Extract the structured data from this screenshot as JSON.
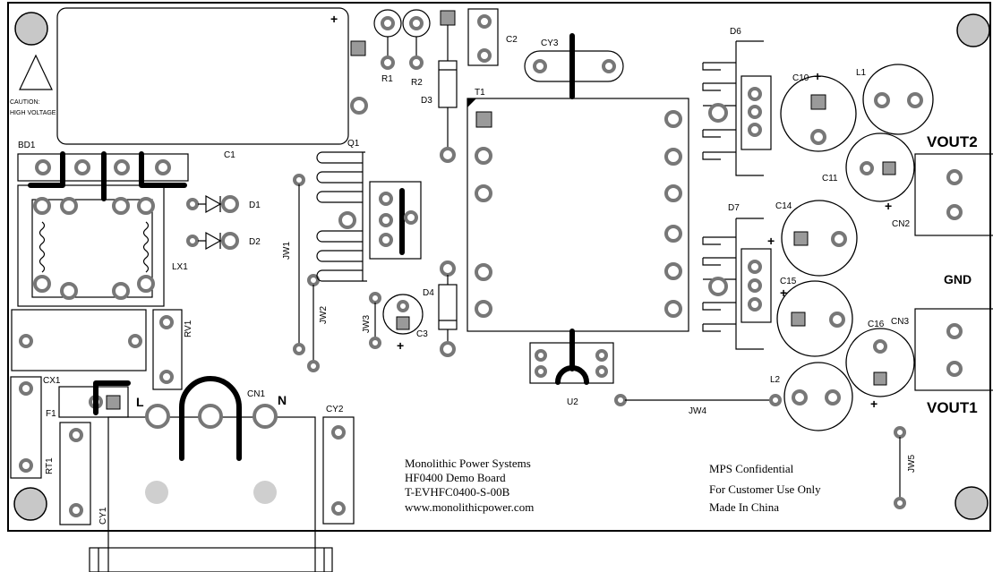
{
  "board": {
    "company": "Monolithic Power Systems",
    "board_name": "HF0400 Demo Board",
    "part_number": "T-EVHFC0400-S-00B",
    "website": "www.monolithicpower.com",
    "confidential": "MPS Confidential",
    "customer_use": "For Customer Use Only",
    "origin": "Made In China"
  },
  "caution": {
    "line1": "CAUTION:",
    "line2": "HIGH VOLTAGE"
  },
  "outputs": {
    "vout2": "VOUT2",
    "gnd": "GND",
    "vout1": "VOUT1"
  },
  "mains": {
    "l": "L",
    "n": "N"
  },
  "refs": {
    "bd1": "BD1",
    "c1": "C1",
    "r1": "R1",
    "r2": "R2",
    "d3": "D3",
    "c2": "C2",
    "cy3": "CY3",
    "t1": "T1",
    "d6": "D6",
    "c10": "C10",
    "l1": "L1",
    "c11": "C11",
    "cn2": "CN2",
    "q1": "Q1",
    "d1": "D1",
    "d2": "D2",
    "lx1": "LX1",
    "jw1": "JW1",
    "jw2": "JW2",
    "jw3": "JW3",
    "c3": "C3",
    "d4": "D4",
    "d7": "D7",
    "c14": "C14",
    "c15": "C15",
    "c16": "C16",
    "cn3": "CN3",
    "rv1": "RV1",
    "cx1": "CX1",
    "f1": "F1",
    "cn1": "CN1",
    "cy2": "CY2",
    "u2": "U2",
    "jw4": "JW4",
    "l2": "L2",
    "rt1": "RT1",
    "cy1": "CY1",
    "jw5": "JW5"
  },
  "plus": "+"
}
